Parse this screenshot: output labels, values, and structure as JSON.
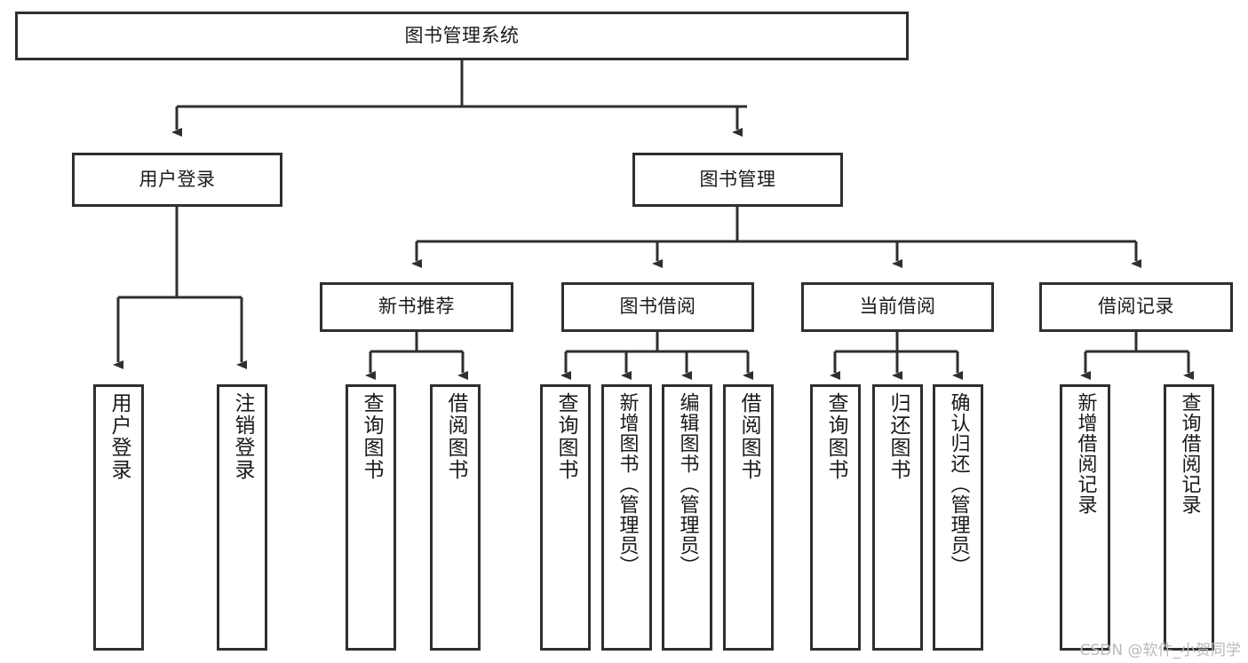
{
  "diagram": {
    "type": "tree-hierarchy",
    "title": "图书管理系统",
    "root": {
      "label": "图书管理系统"
    },
    "level1": [
      {
        "id": "user-login",
        "label": "用户登录"
      },
      {
        "id": "book-manage",
        "label": "图书管理"
      }
    ],
    "level2": [
      {
        "id": "new-book-recommend",
        "label": "新书推荐",
        "parent": "book-manage"
      },
      {
        "id": "book-borrow",
        "label": "图书借阅",
        "parent": "book-manage"
      },
      {
        "id": "current-borrow",
        "label": "当前借阅",
        "parent": "book-manage"
      },
      {
        "id": "borrow-record",
        "label": "借阅记录",
        "parent": "book-manage"
      }
    ],
    "leaves": [
      {
        "id": "leaf-user-login",
        "label": "用户登录",
        "parent": "user-login"
      },
      {
        "id": "leaf-logout",
        "label": "注销登录",
        "parent": "user-login"
      },
      {
        "id": "leaf-query-book-1",
        "label": "查询图书",
        "parent": "new-book-recommend"
      },
      {
        "id": "leaf-borrow-book-1",
        "label": "借阅图书",
        "parent": "new-book-recommend"
      },
      {
        "id": "leaf-query-book-2",
        "label": "查询图书",
        "parent": "book-borrow"
      },
      {
        "id": "leaf-add-book",
        "label": "新增图书（管理员）",
        "parent": "book-borrow"
      },
      {
        "id": "leaf-edit-book",
        "label": "编辑图书（管理员）",
        "parent": "book-borrow"
      },
      {
        "id": "leaf-borrow-book-2",
        "label": "借阅图书",
        "parent": "book-borrow"
      },
      {
        "id": "leaf-query-book-3",
        "label": "查询图书",
        "parent": "current-borrow"
      },
      {
        "id": "leaf-return-book",
        "label": "归还图书",
        "parent": "current-borrow"
      },
      {
        "id": "leaf-confirm-return",
        "label": "确认归还（管理员）",
        "parent": "current-borrow"
      },
      {
        "id": "leaf-add-record",
        "label": "新增借阅记录",
        "parent": "borrow-record"
      },
      {
        "id": "leaf-query-record",
        "label": "查询借阅记录",
        "parent": "borrow-record"
      }
    ],
    "colors": {
      "border": "#2f2f2f",
      "fill": "#ffffff",
      "text": "#1a1a1a",
      "background": "#ffffff",
      "watermark": "#b9b9b9"
    }
  },
  "watermark": {
    "text": "CSDN @软件_小贺同学"
  }
}
